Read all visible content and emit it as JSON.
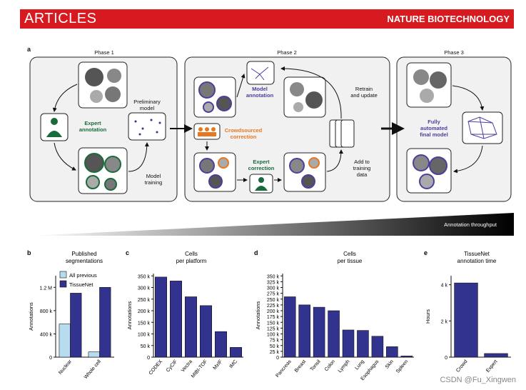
{
  "header": {
    "left": "ARTICLES",
    "right": "NATURE BIOTECHNOLOGY"
  },
  "panel_a": {
    "label": "a",
    "phase1": "Phase 1",
    "phase2": "Phase 2",
    "phase3": "Phase 3",
    "expert_annotation": "Expert\nannotation",
    "preliminary_model": "Preliminary\nmodel",
    "model_training": "Model\ntraining",
    "model_annotation": "Model\nannotation",
    "retrain_update": "Retrain\nand update",
    "crowdsourced": "Crowdsourced\ncorrection",
    "expert_correction": "Expert\ncorrection",
    "add_training": "Add to\ntraining\ndata",
    "fully_automated": "Fully\nautomated\nfinal model",
    "throughput": "Annotation throughput"
  },
  "colors": {
    "navy": "#32338f",
    "lightblue": "#b7dcef",
    "green": "#1a6b3c",
    "orange": "#e87722",
    "purple": "#4b3f9c",
    "red": "#d71920"
  },
  "chart_data": [
    {
      "type": "bar",
      "label": "b",
      "title": "Published\nsegmentations",
      "ylabel": "Annotations",
      "categories": [
        "Nuclear",
        "Whole cell"
      ],
      "series": [
        {
          "name": "All previous",
          "values": [
            570000,
            90000
          ]
        },
        {
          "name": "TissueNet",
          "values": [
            1100000,
            1200000
          ]
        }
      ],
      "ylim": [
        0,
        1400000
      ],
      "yticks": [
        0,
        400000,
        800000,
        1200000
      ],
      "yticklabels": [
        "0",
        "400 k",
        "800 k",
        "1.2 M"
      ],
      "legend": "top-left"
    },
    {
      "type": "bar",
      "label": "c",
      "title": "Cells\nper platform",
      "ylabel": "Annotations",
      "categories": [
        "CODEX",
        "CyCIF",
        "Vectra",
        "MIBI-TOF",
        "MxIF",
        "IMC"
      ],
      "values": [
        345000,
        328000,
        260000,
        222000,
        110000,
        42000
      ],
      "ylim": [
        0,
        360000
      ],
      "yticks": [
        0,
        50000,
        100000,
        150000,
        200000,
        250000,
        300000,
        350000
      ],
      "yticklabels": [
        "0",
        "50 k",
        "100 k",
        "150 k",
        "200 k",
        "250 k",
        "300 k",
        "350 k"
      ]
    },
    {
      "type": "bar",
      "label": "d",
      "title": "Cells\nper tissue",
      "ylabel": "Annotations",
      "categories": [
        "Pancreas",
        "Breast",
        "Tonsil",
        "Colon",
        "Lymph",
        "Lung",
        "Esophagus",
        "Skin",
        "Spleen"
      ],
      "values": [
        260000,
        225000,
        215000,
        200000,
        117000,
        115000,
        90000,
        45000,
        5000
      ],
      "ylim": [
        0,
        360000
      ],
      "yticks": [
        0,
        25000,
        50000,
        75000,
        100000,
        125000,
        150000,
        175000,
        200000,
        225000,
        250000,
        275000,
        300000,
        325000,
        350000
      ],
      "yticklabels": [
        "0",
        "25 k",
        "50 k",
        "75 k",
        "100 k",
        "125 k",
        "150 k",
        "175 k",
        "200 k",
        "225 k",
        "250 k",
        "275 k",
        "300 k",
        "325 k",
        "350 k"
      ]
    },
    {
      "type": "bar",
      "label": "e",
      "title": "TissueNet\nannotation time",
      "ylabel": "Hours",
      "categories": [
        "Crowd",
        "Expert"
      ],
      "values": [
        4100,
        200
      ],
      "ylim": [
        0,
        4500
      ],
      "yticks": [
        0,
        2000,
        4000
      ],
      "yticklabels": [
        "0",
        "2 k",
        "4 k"
      ]
    }
  ],
  "watermark": "CSDN @Fu_Xingwen"
}
